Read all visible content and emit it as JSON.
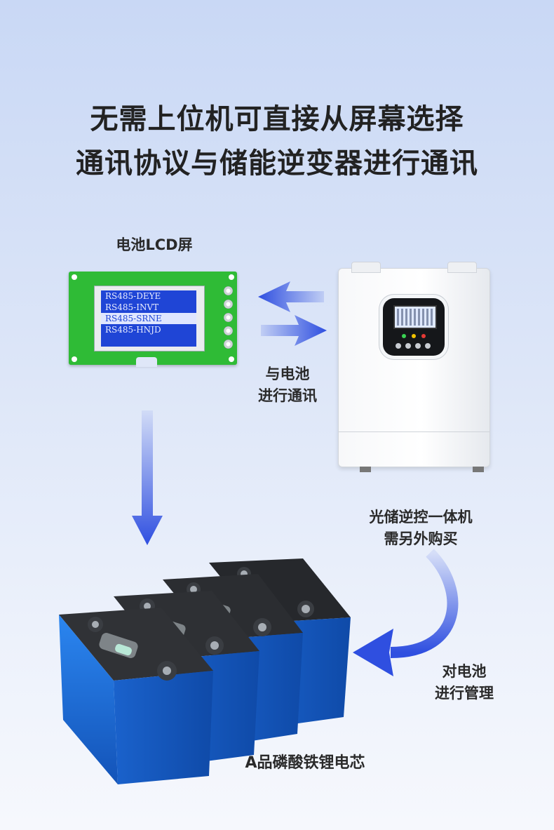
{
  "headline": {
    "line1": "无需上位机可直接从屏幕选择",
    "line2": "通讯协议与储能逆变器进行通讯"
  },
  "lcd": {
    "caption": "电池LCD屏",
    "rows": [
      "RS485-DEYE",
      "RS485-INVT",
      "RS485-SRNE",
      "RS485-HNJD"
    ],
    "selected_index": 2,
    "screen_color": "#1f45d6",
    "board_color": "#2fbb36"
  },
  "labels": {
    "comm_line1": "与电池",
    "comm_line2": "进行通讯",
    "inverter_line1": "光储逆控一体机",
    "inverter_line2": "需另外购买",
    "manage_line1": "对电池",
    "manage_line2": "进行管理",
    "battery": "A品磷酸铁锂电芯"
  },
  "colors": {
    "arrow_blue": "#2f4fe0",
    "cell_blue": "#1e6ed6"
  },
  "icons": [
    "arrow-left-icon",
    "arrow-right-icon",
    "arrow-down-icon",
    "curved-arrow-icon"
  ]
}
